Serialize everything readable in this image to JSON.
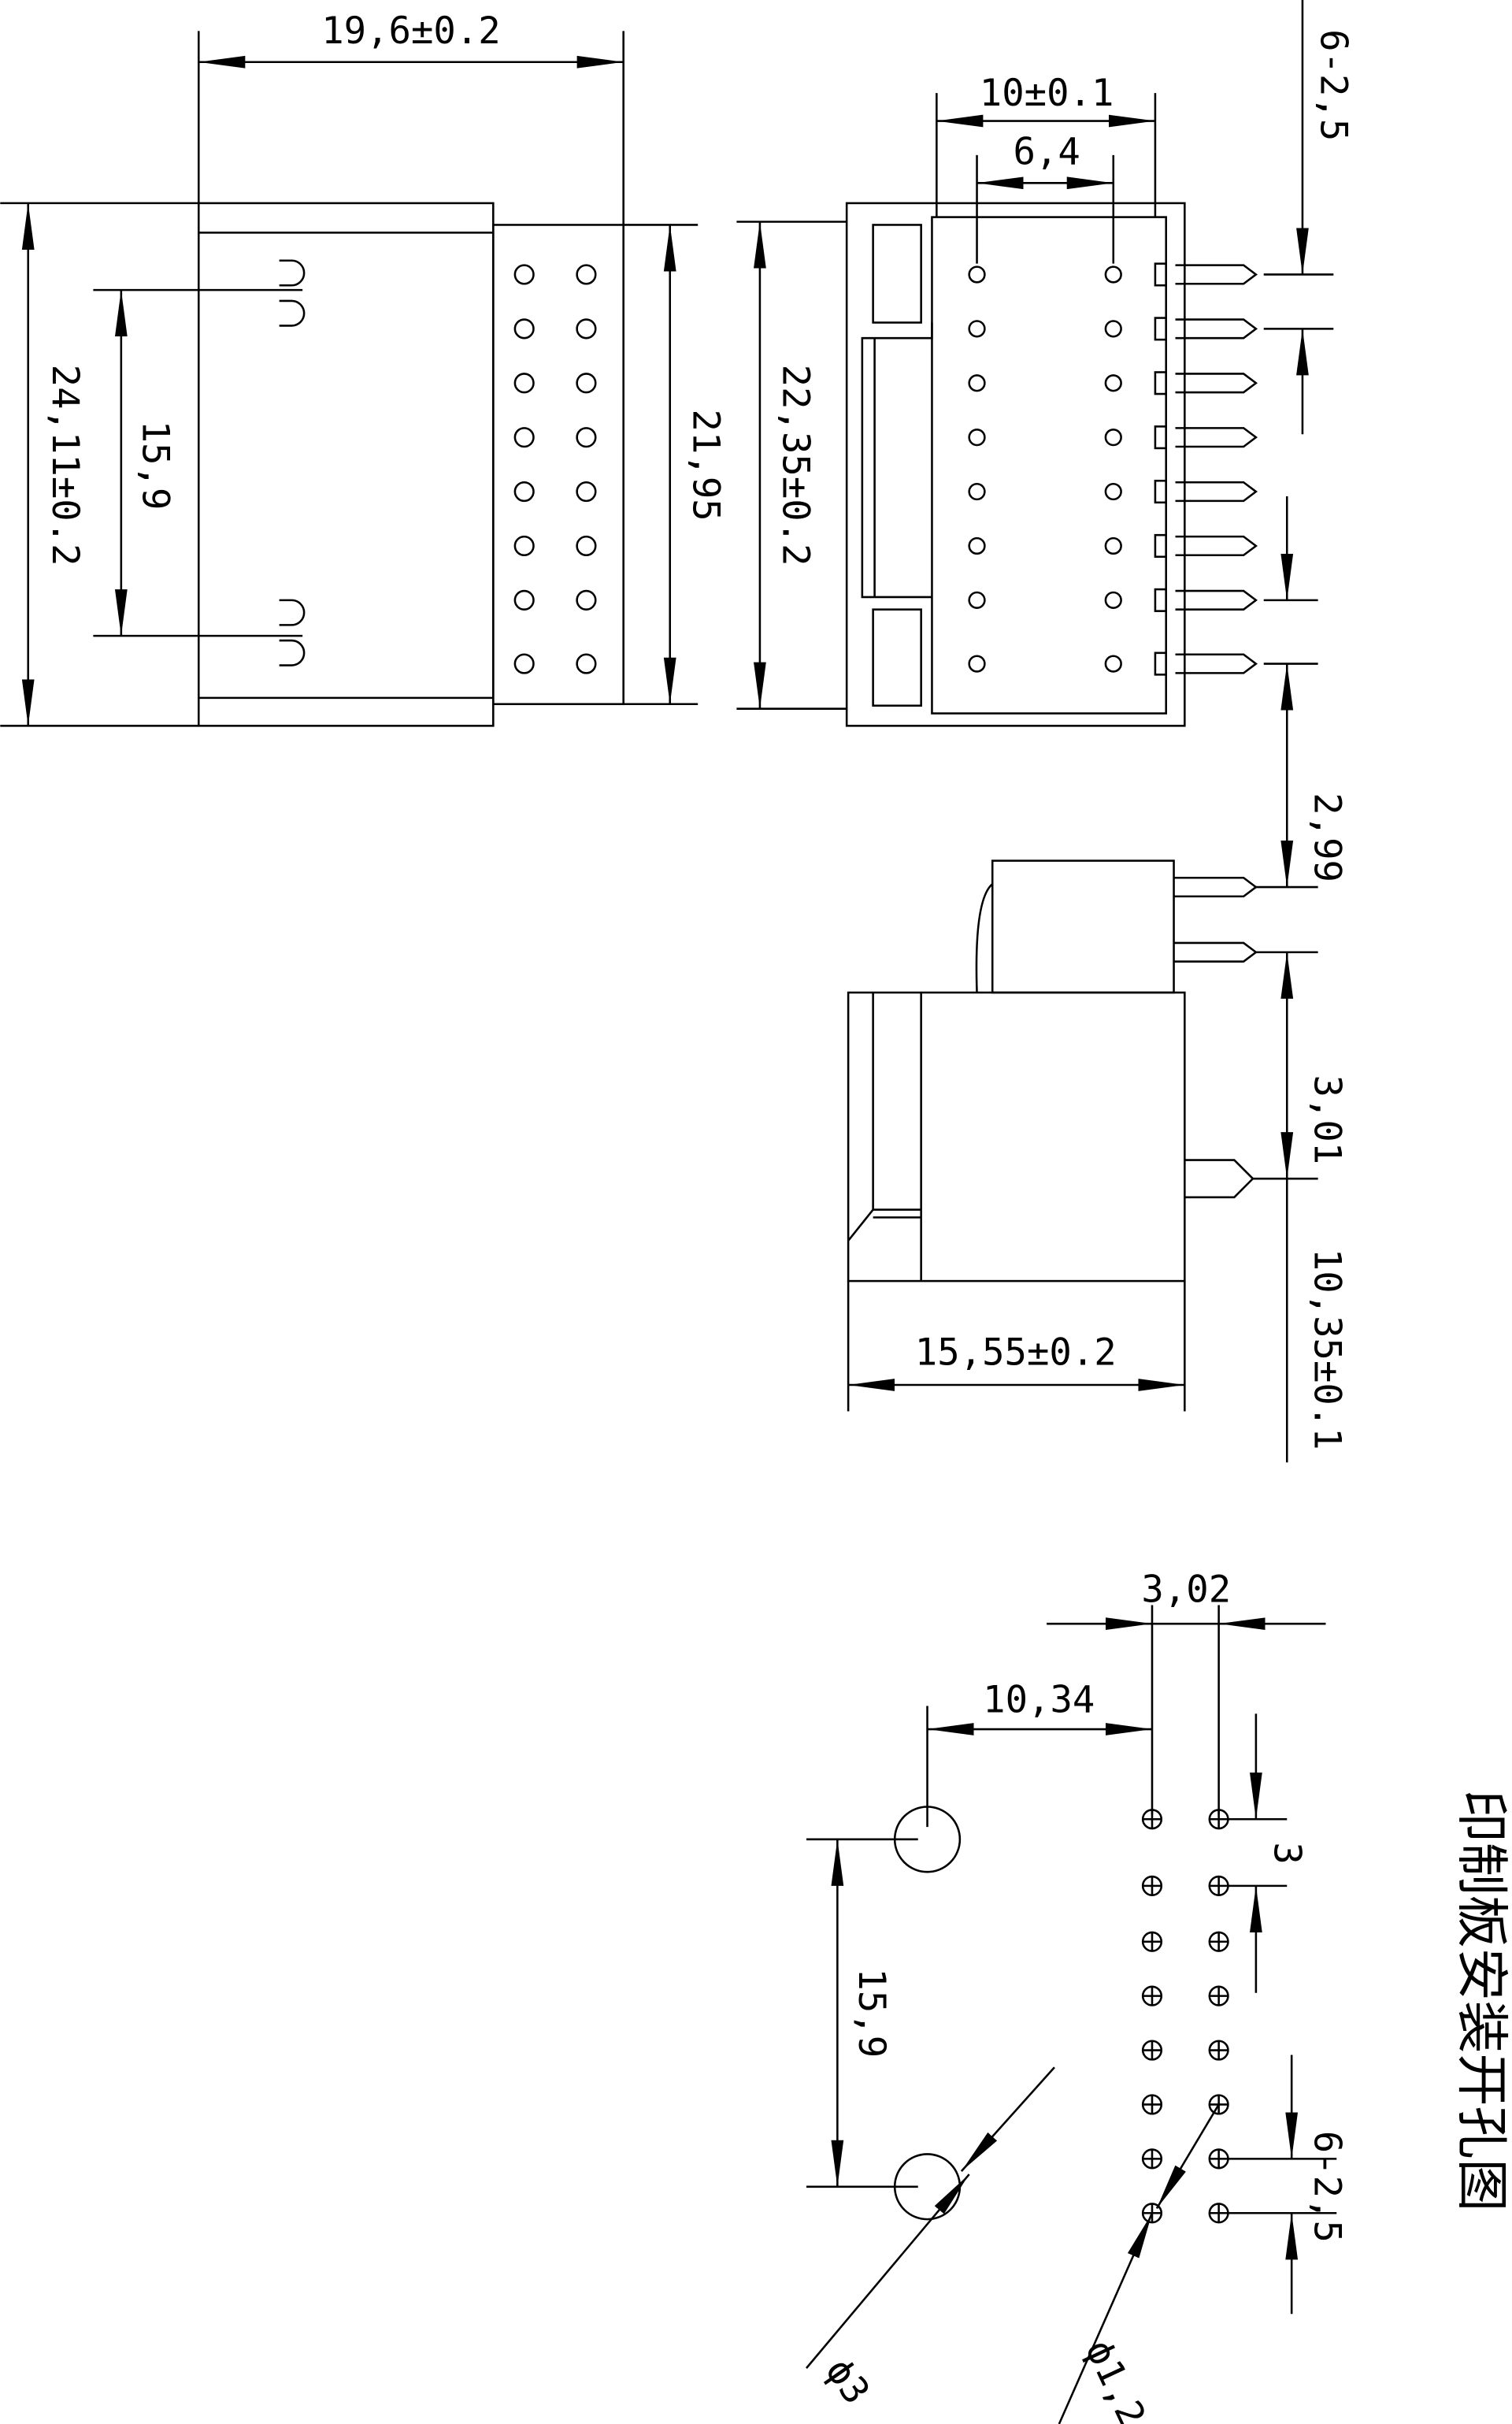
{
  "title": "印制板安装开孔图",
  "front_view": {
    "width": "19,6±0.2",
    "height": "24,11±0.2",
    "mount_pitch": "15,9",
    "pin_field": "21,95"
  },
  "rear_view": {
    "row_outer": "10±0.1",
    "row_inner": "6,4",
    "height": "22,35±0.2",
    "pitch": "6-2,5"
  },
  "side_view": {
    "pin_offset_a": "2,99",
    "pin_offset_b": "3,01",
    "pin_height": "10,35±0.1",
    "depth": "15,55±0.2"
  },
  "pcb_layout": {
    "row_spacing": "3,02",
    "mount_offset": "10,34",
    "mount_pitch": "15,9",
    "row_step": "3",
    "pitch": "6-2,5",
    "mount_hole": "ϕ3",
    "pin_hole": "ϕ1,2"
  },
  "colors": {
    "line": "#000000",
    "background": "#ffffff"
  }
}
